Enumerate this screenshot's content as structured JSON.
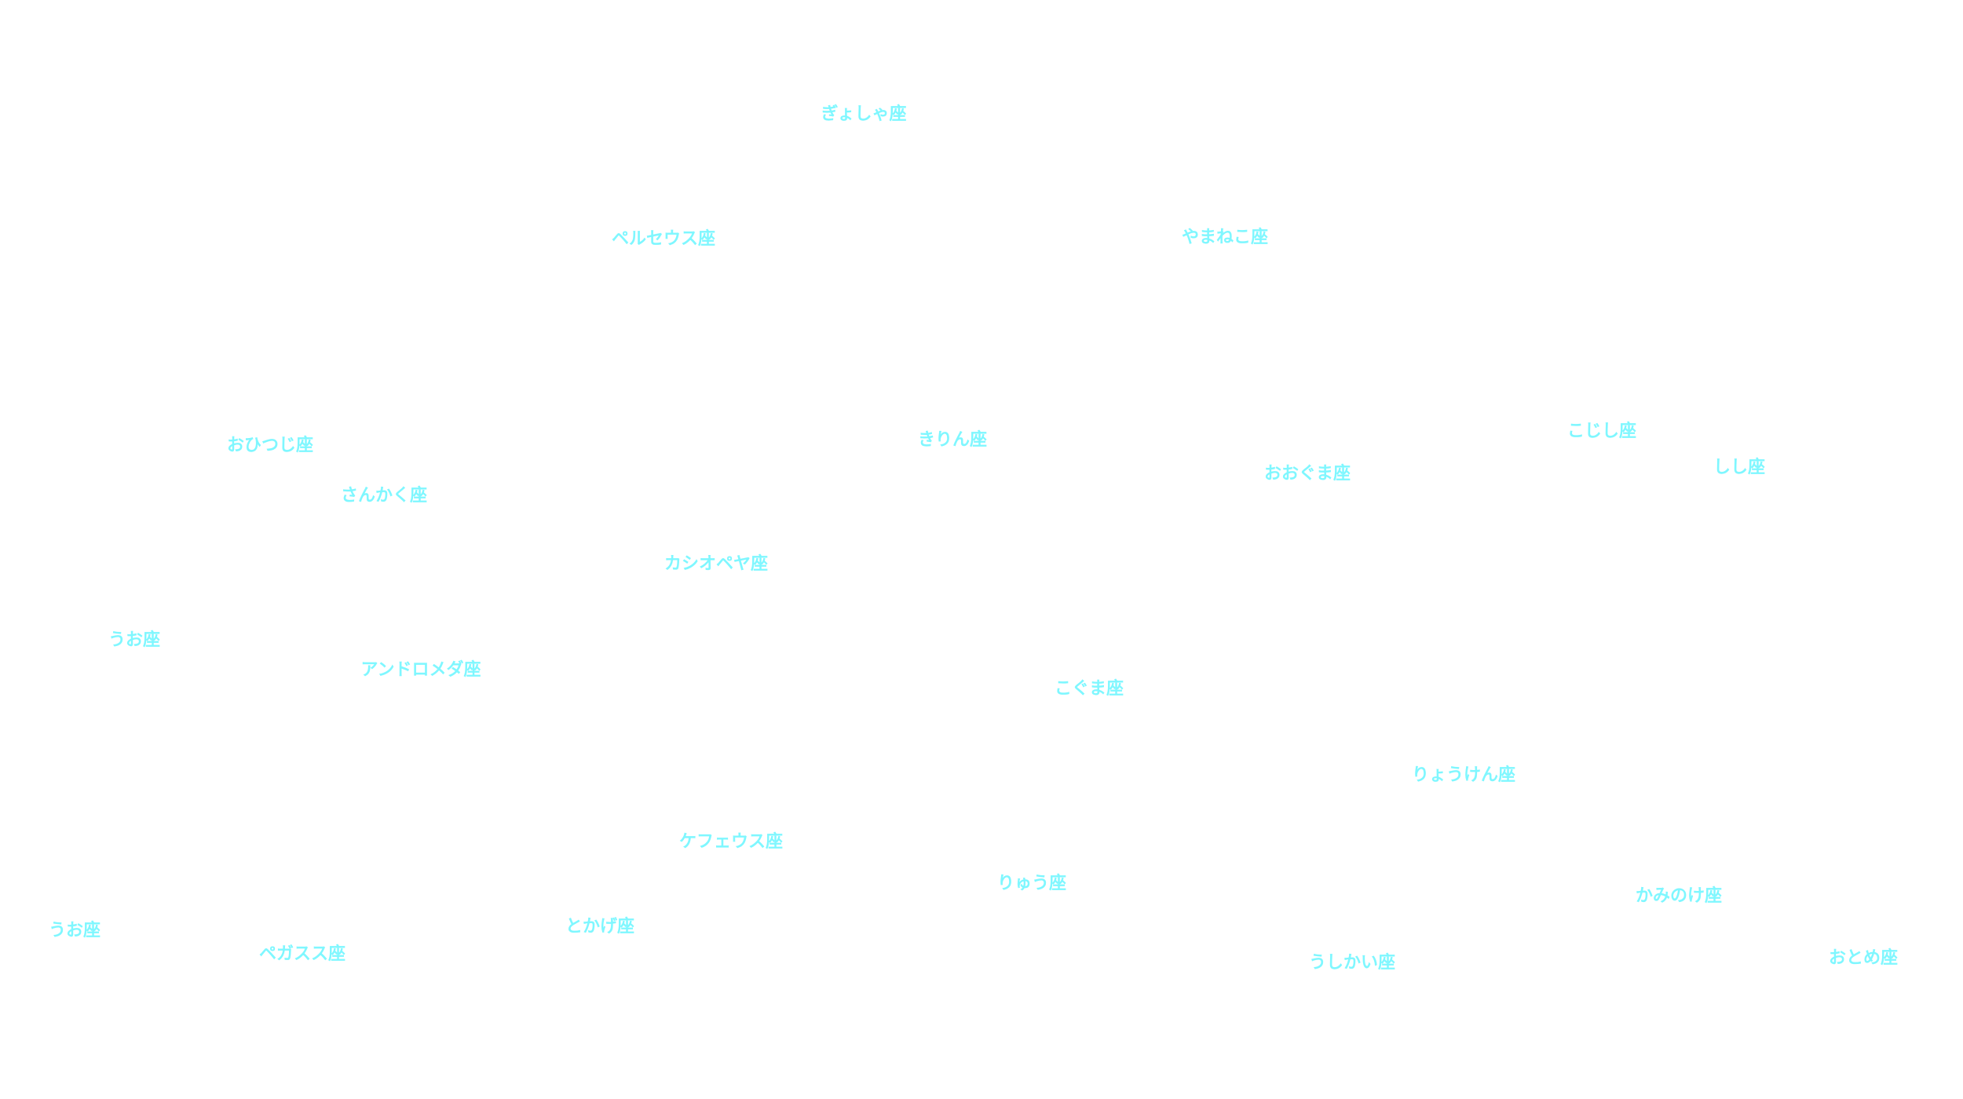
{
  "labels": [
    "ぎょしゃ座",
    "ペルセウス座",
    "やまねこ座",
    "おひつじ座",
    "きりん座",
    "こじし座",
    "しし座",
    "おおぐま座",
    "さんかく座",
    "カシオペヤ座",
    "うお座",
    "アンドロメダ座",
    "こぐま座",
    "りょうけん座",
    "ケフェウス座",
    "りゅう座",
    "かみのけ座",
    "うお座",
    "とかげ座",
    "ペガスス座",
    "うしかい座",
    "おとめ座"
  ],
  "colors": {
    "background": "#ffffff",
    "label": "#7ff7ff"
  }
}
